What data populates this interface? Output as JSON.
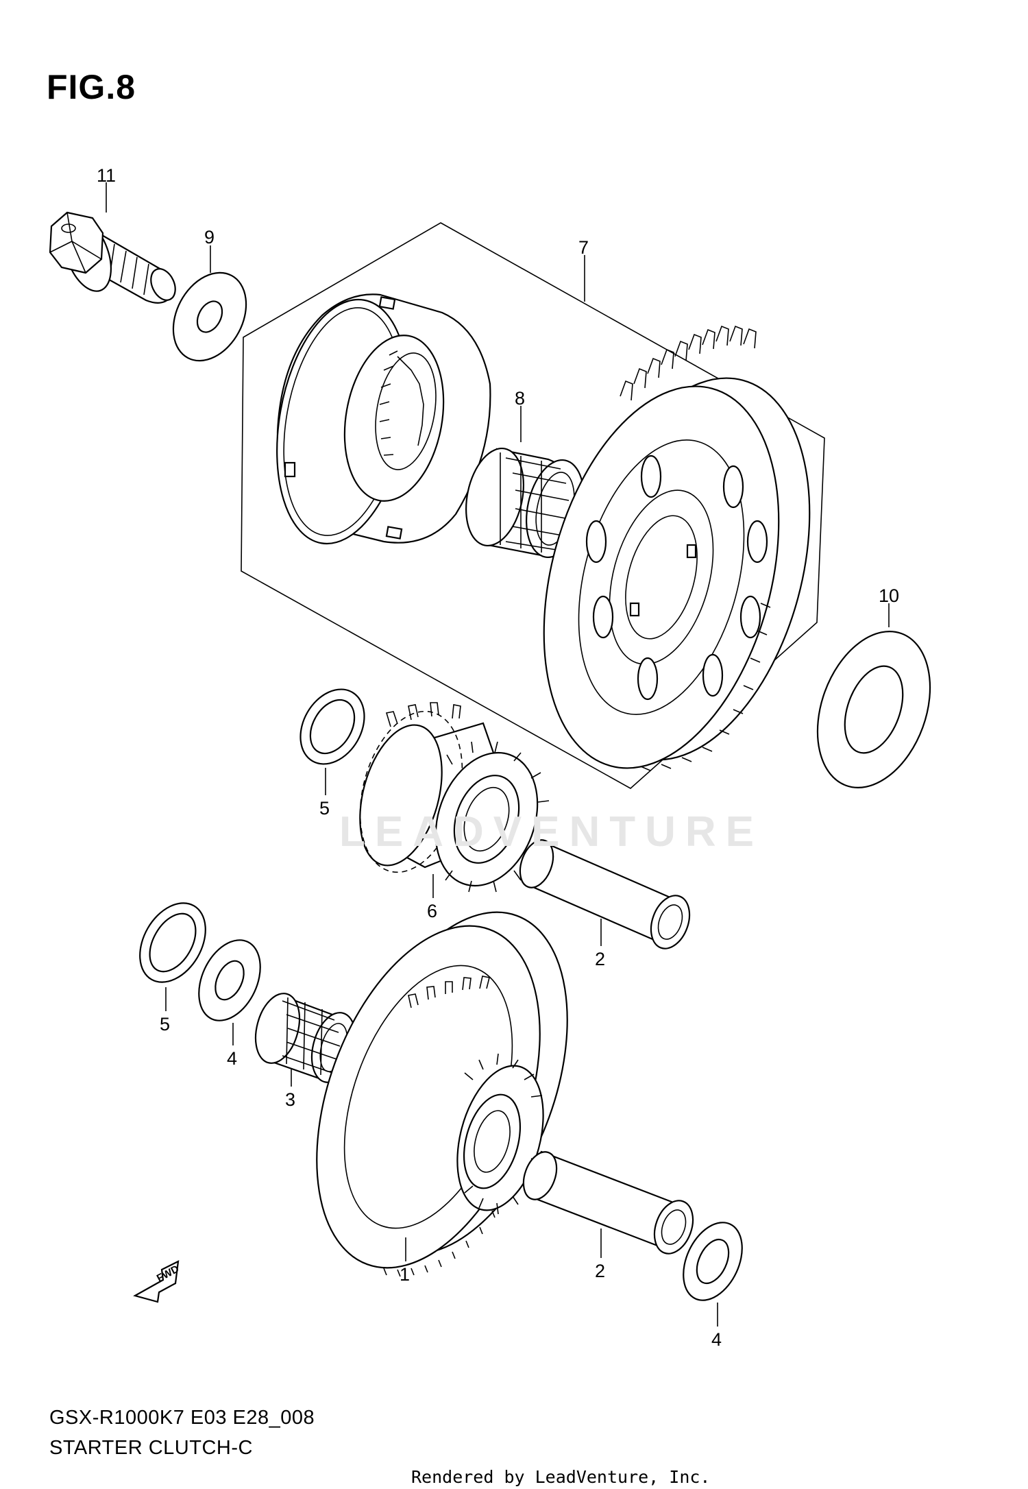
{
  "figure": {
    "title": "FIG.8",
    "code": "GSX-R1000K7 E03 E28_008",
    "name": "STARTER CLUTCH-C",
    "credit": "Rendered by LeadVenture, Inc.",
    "watermark": "LEADVENTURE"
  },
  "callouts": [
    {
      "id": "callout-11",
      "label": "11"
    },
    {
      "id": "callout-9",
      "label": "9"
    },
    {
      "id": "callout-7",
      "label": "7"
    },
    {
      "id": "callout-8",
      "label": "8"
    },
    {
      "id": "callout-10",
      "label": "10"
    },
    {
      "id": "callout-5a",
      "label": "5"
    },
    {
      "id": "callout-6",
      "label": "6"
    },
    {
      "id": "callout-2a",
      "label": "2"
    },
    {
      "id": "callout-5b",
      "label": "5"
    },
    {
      "id": "callout-4a",
      "label": "4"
    },
    {
      "id": "callout-3",
      "label": "3"
    },
    {
      "id": "callout-1",
      "label": "1"
    },
    {
      "id": "callout-2b",
      "label": "2"
    },
    {
      "id": "callout-4b",
      "label": "4"
    }
  ],
  "fwd_arrow": {
    "label": "FWD",
    "icon": "forward-direction-arrow-icon"
  }
}
